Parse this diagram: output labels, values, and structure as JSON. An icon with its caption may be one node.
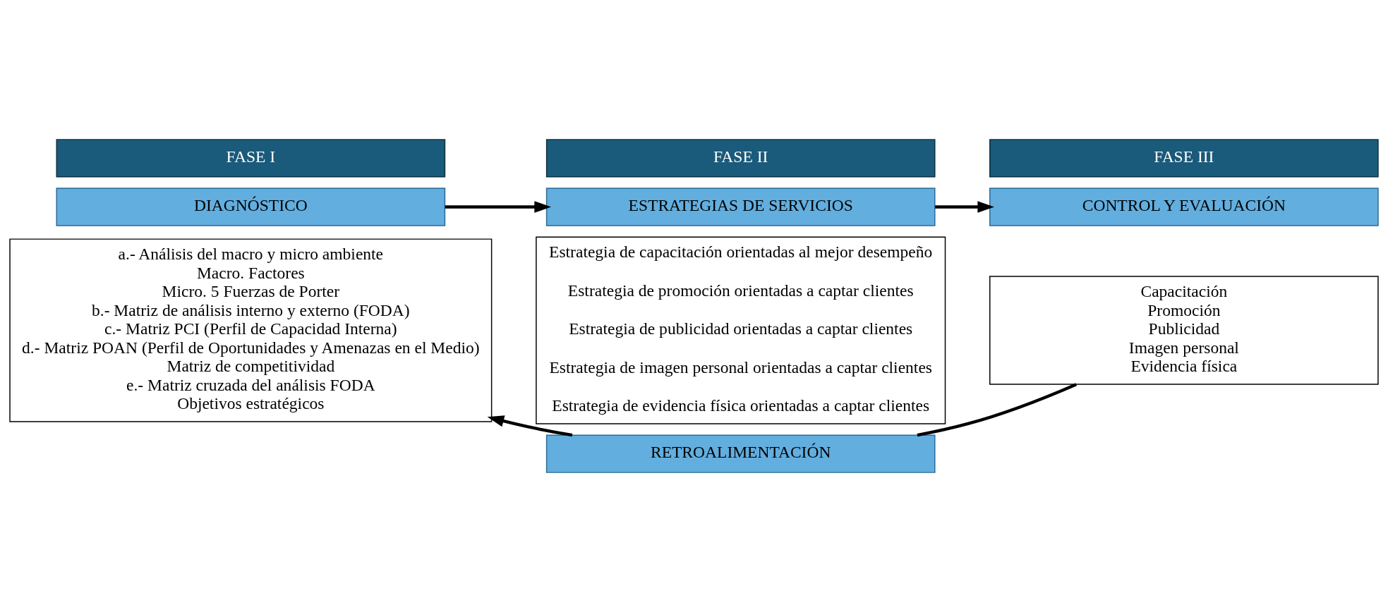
{
  "diagram": {
    "nodes": [
      {
        "text": [
          "FASE I"
        ]
      },
      {
        "text": [
          "FASE II"
        ]
      },
      {
        "text": [
          "FASE III"
        ]
      },
      {
        "text": [
          "DIAGNÓSTICO"
        ]
      },
      {
        "text": [
          "ESTRATEGIAS DE SERVICIOS"
        ]
      },
      {
        "text": [
          "CONTROL Y EVALUACIÓN"
        ]
      },
      {
        "text": [
          "a.- Análisis del macro y micro ambiente",
          "Macro. Factores",
          "Micro. 5 Fuerzas de Porter",
          "b.- Matriz de análisis interno y externo (FODA)",
          "c.- Matriz PCI (Perfil de Capacidad Interna)",
          "d.- Matriz POAN (Perfil de Oportunidades y Amenazas en el Medio)",
          "Matriz de competitividad",
          "e.- Matriz cruzada del análisis FODA",
          "Objetivos estratégicos"
        ]
      },
      {
        "text": [
          "Estrategia de capacitación orientadas al mejor desempeño",
          "Estrategia de promoción orientadas a captar clientes",
          "Estrategia de publicidad orientadas a captar clientes",
          "Estrategia de imagen personal orientadas a captar clientes",
          "Estrategia de evidencia física orientadas a captar clientes"
        ]
      },
      {
        "text": [
          "Capacitación",
          "Promoción",
          "Publicidad",
          "Imagen personal",
          "Evidencia física"
        ]
      },
      {
        "text": [
          "RETROALIMENTACIÓN"
        ]
      }
    ],
    "edges": [
      {
        "from": 3,
        "to": 4,
        "arrow": "to"
      },
      {
        "from": 4,
        "to": 5,
        "arrow": "to"
      },
      {
        "from": 8,
        "to": 9,
        "arrow": "none"
      },
      {
        "from": 9,
        "to": 6,
        "arrow": "to"
      }
    ]
  }
}
